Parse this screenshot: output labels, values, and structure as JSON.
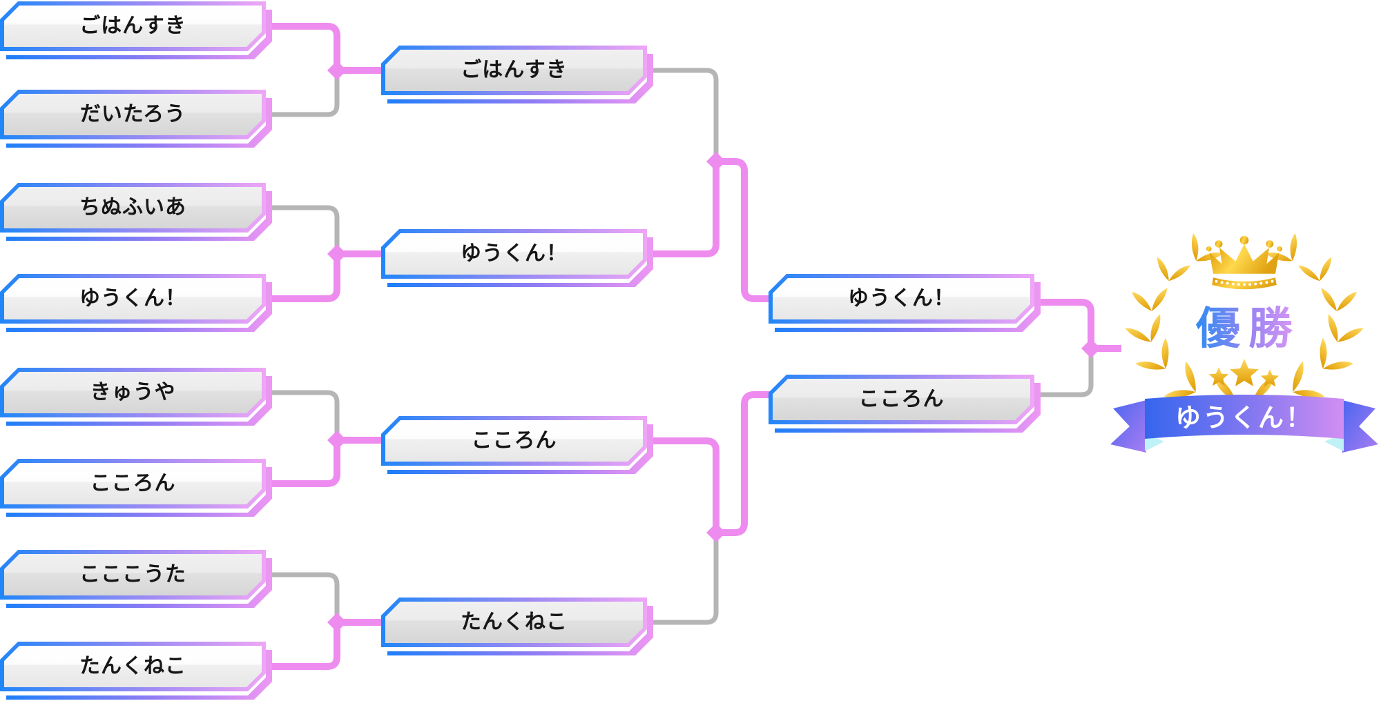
{
  "page": {
    "background": "#ffffff"
  },
  "colors": {
    "winner_line": "#ee8bef",
    "loser_line": "#b5b5b5",
    "box_border_blue": "#2186f8",
    "box_border_pink": "#efa6f6",
    "gold": "#f2b400",
    "ribbon_blue": "#3566ee",
    "ribbon_purple": "#d18ff2",
    "fold_cyan": "#bff2f7"
  },
  "icons": [
    "crown-icon",
    "laurel-wreath-icon",
    "star-icon",
    "ribbon-banner-icon",
    "junction-diamond-icon"
  ],
  "bracket": {
    "round1": [
      {
        "name": "ごはんすき",
        "result": "win"
      },
      {
        "name": "だいたろう",
        "result": "lose"
      },
      {
        "name": "ちぬふいあ",
        "result": "lose"
      },
      {
        "name": "ゆうくん！",
        "result": "win"
      },
      {
        "name": "きゅうや",
        "result": "lose"
      },
      {
        "name": "こころん",
        "result": "win"
      },
      {
        "name": "こここうた",
        "result": "lose"
      },
      {
        "name": "たんくねこ",
        "result": "win"
      }
    ],
    "round2": [
      {
        "name": "ごはんすき",
        "result": "lose"
      },
      {
        "name": "ゆうくん！",
        "result": "win"
      },
      {
        "name": "こころん",
        "result": "win"
      },
      {
        "name": "たんくねこ",
        "result": "lose"
      }
    ],
    "semifinal": [
      {
        "name": "ゆうくん！",
        "result": "win"
      },
      {
        "name": "こころん",
        "result": "lose"
      }
    ],
    "champion": {
      "title": "優勝",
      "name": "ゆうくん！"
    }
  }
}
